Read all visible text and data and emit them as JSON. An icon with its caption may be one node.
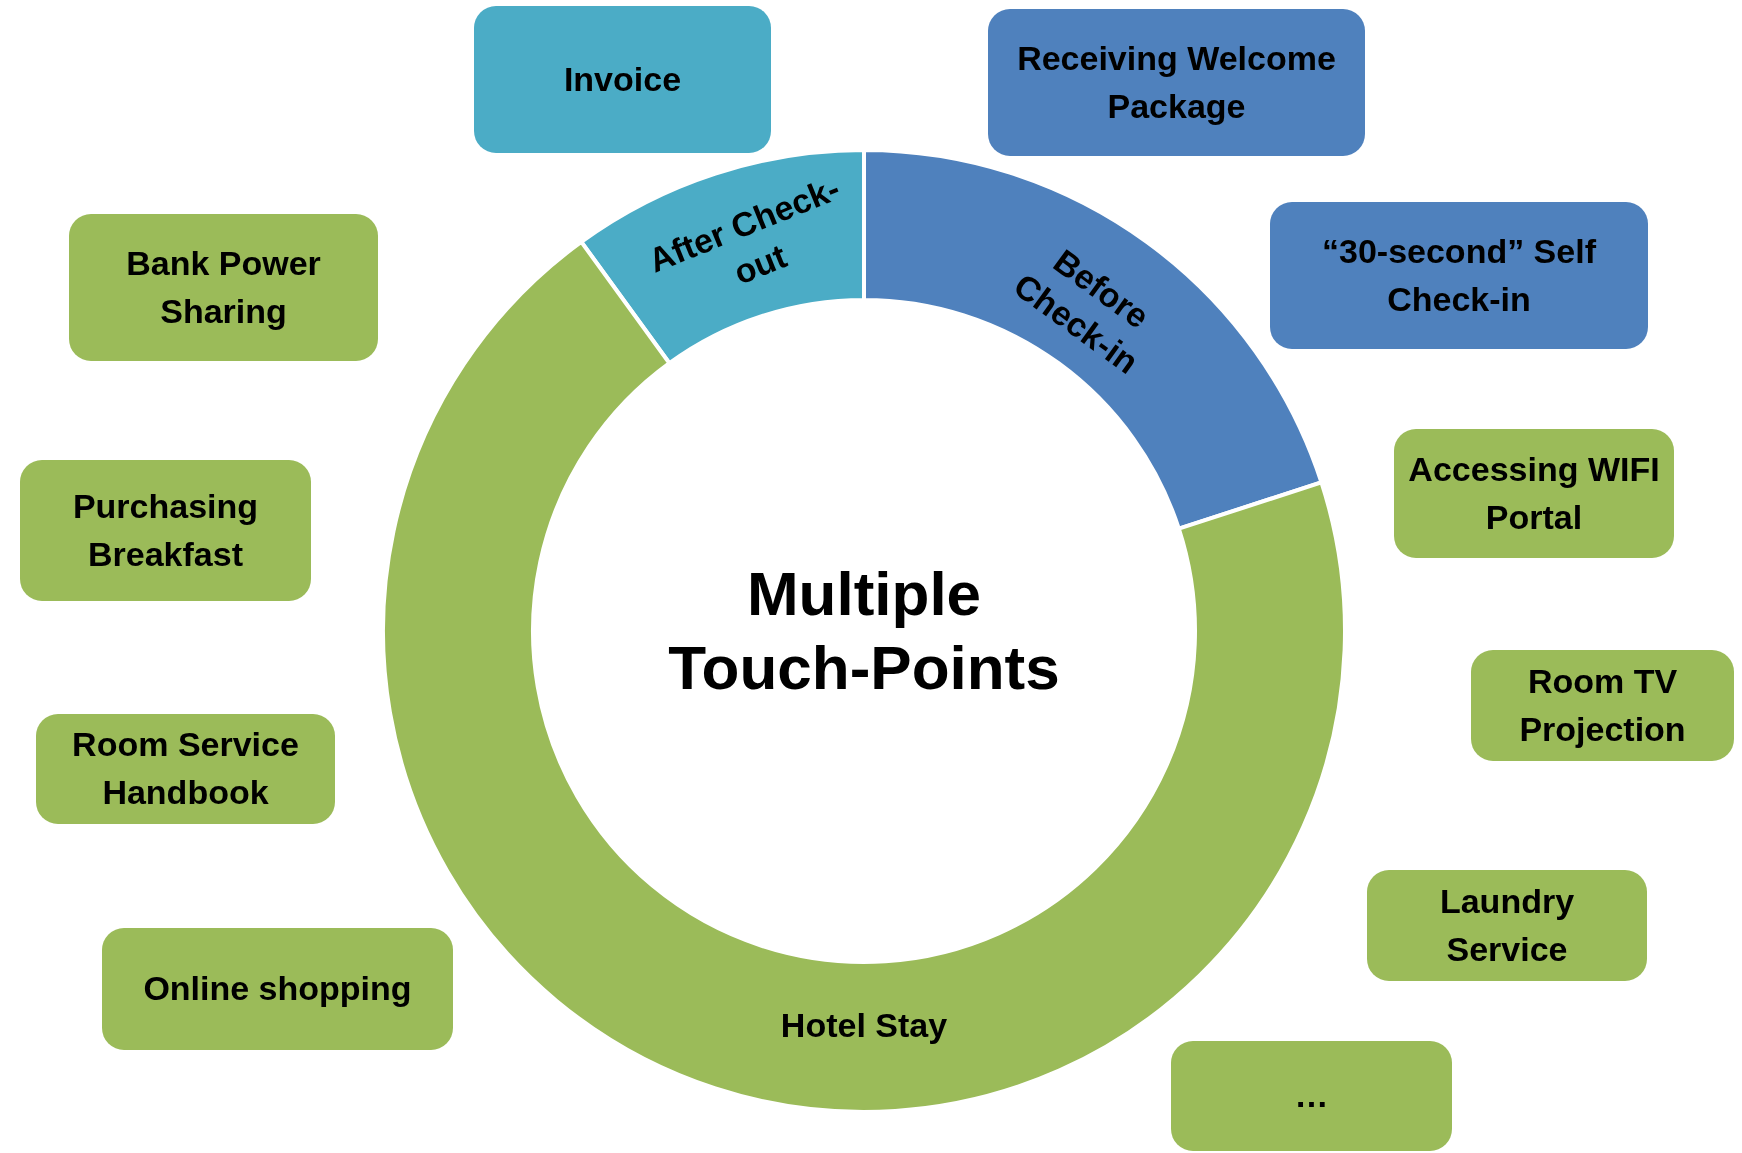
{
  "diagram": {
    "nodes": [
      {
        "text": [
          "Invoice"
        ]
      },
      {
        "text": [
          "Receiving Welcome Package"
        ]
      },
      {
        "text": [
          "After Check-out"
        ]
      },
      {
        "text": [
          "Bank Power Sharing"
        ]
      },
      {
        "text": [
          "Before Check-in"
        ]
      },
      {
        "text": [
          "“30-second” Self Check-in"
        ]
      },
      {
        "text": [
          "Accessing WIFI Portal"
        ]
      },
      {
        "text": [
          "Purchasing Breakfast"
        ]
      },
      {
        "text": [
          "Room TV Projection"
        ]
      },
      {
        "text": [
          "Room Service Handbook"
        ]
      },
      {
        "text": [
          "Laundry Service"
        ]
      },
      {
        "text": [
          "Online shopping"
        ]
      },
      {
        "text": [
          "Hotel Stay"
        ]
      },
      {
        "text": [
          "…"
        ]
      }
    ],
    "edges": [],
    "labels": [
      "Multiple Touch-Points"
    ]
  }
}
